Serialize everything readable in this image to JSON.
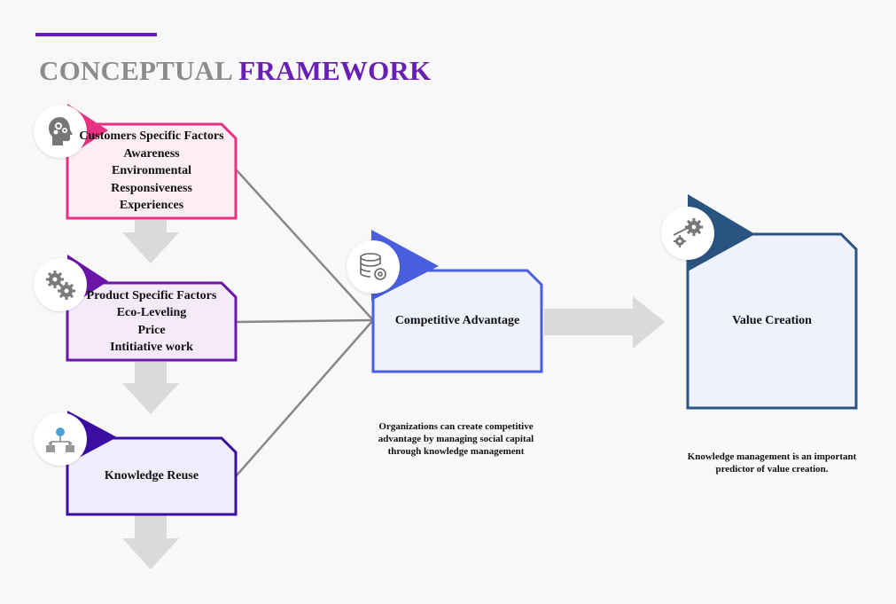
{
  "title": {
    "word1": "CONCEPTUAL",
    "word2": "FRAMEWORK"
  },
  "colors": {
    "title_grey": "#8c8c8c",
    "title_purple": "#6a1fb4",
    "rule": "#6a1fb4",
    "customers": "#e83182",
    "product": "#6a14a8",
    "knowledge": "#3a0fa0",
    "competitive": "#4a5fe0",
    "value": "#2a5480",
    "connector": "#888888",
    "arrow": "#dadada"
  },
  "boxes": {
    "customers": {
      "lines": [
        "Customers Specific Factors",
        "Awareness",
        "Environmental",
        "Responsiveness",
        "Experiences"
      ],
      "icon": "head-gears-icon"
    },
    "product": {
      "lines": [
        "Product Specific Factors",
        "Eco-Leveling",
        "Price",
        "Intitiative work"
      ],
      "icon": "gears-icon"
    },
    "knowledge": {
      "label": "Knowledge Reuse",
      "icon": "network-icon"
    },
    "competitive": {
      "label": "Competitive Advantage",
      "icon": "database-gear-icon"
    },
    "value": {
      "label": "Value Creation",
      "icon": "conveyor-gears-icon"
    }
  },
  "notes": {
    "competitive": "Organizations can create competitive advantage by managing social capital through knowledge management",
    "value": "Knowledge management is an important predictor of value creation."
  }
}
